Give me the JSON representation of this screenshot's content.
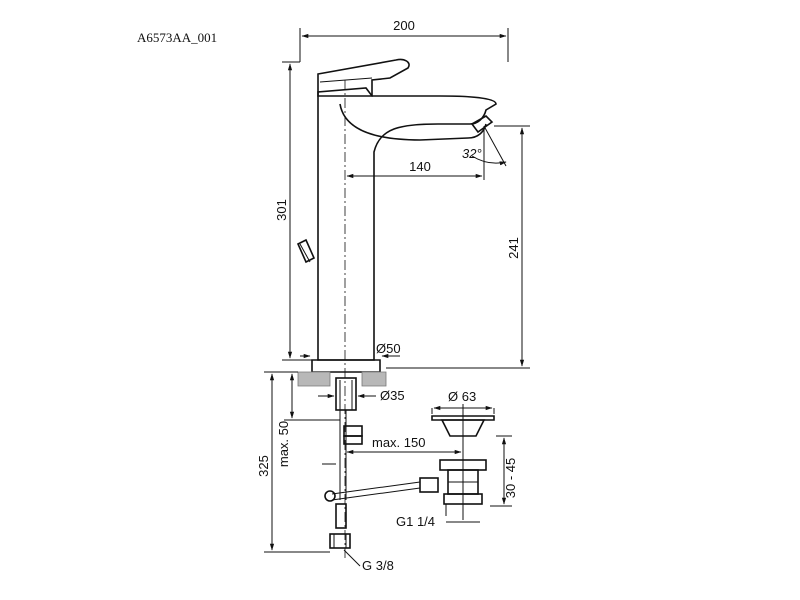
{
  "drawing": {
    "code": "A6573AA_001",
    "dimensions": {
      "total_width": "200",
      "spout_reach": "140",
      "spray_angle": "32°",
      "total_height": "301",
      "spout_height": "241",
      "base_diameter": "Ø50",
      "hole_diameter": "Ø35",
      "deck_thickness": "max. 50",
      "below_deck_depth": "325",
      "rod_length": "max. 150",
      "waste_diameter": "Ø 63",
      "waste_range": "30 - 45",
      "waste_thread": "G1 1/4",
      "supply_thread": "G 3/8"
    },
    "colors": {
      "line": "#111111",
      "deck": "#b8b8b8"
    }
  }
}
